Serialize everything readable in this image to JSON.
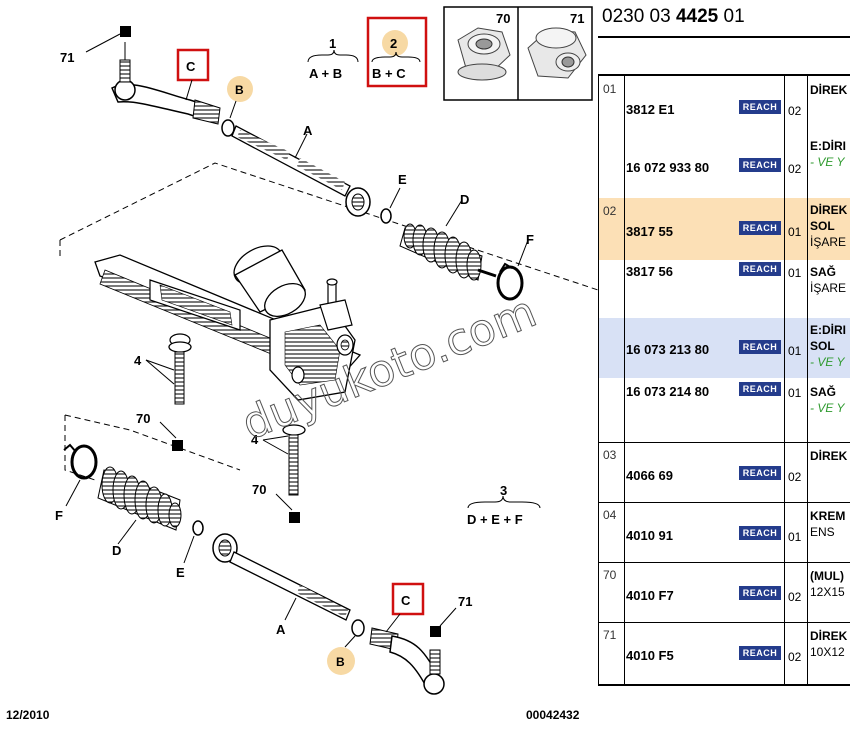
{
  "diagram": {
    "labels": {
      "A": "A",
      "B": "B",
      "C": "C",
      "D": "D",
      "E": "E",
      "F": "F",
      "n70": "70",
      "n71": "71",
      "n4": "4"
    },
    "kits": [
      {
        "num": "1",
        "formula": "A + B"
      },
      {
        "num": "2",
        "formula": "B + C"
      },
      {
        "num": "3",
        "formula": "D + E + F"
      }
    ],
    "nut_labels": [
      "70",
      "71"
    ],
    "footer_left": "12/2010",
    "footer_right": "00042432",
    "watermark": "duyukoto.com",
    "colors": {
      "highlight_box": "#d01010",
      "circle_fill": "#f7d9a4"
    }
  },
  "table": {
    "title_prefix": "0230 03 ",
    "title_bold": "4425",
    "title_suffix": " 01",
    "badge_text": "REACH",
    "rows": [
      {
        "pos": "01",
        "items": [
          {
            "part": "3812 E1",
            "qty": "02",
            "desc": [
              "DİREK"
            ]
          },
          {
            "part": "16 072 933 80",
            "qty": "02",
            "desc": [
              "E:DİRI",
              "- VE Y"
            ]
          }
        ]
      },
      {
        "pos": "02",
        "items": [
          {
            "part": "3817 55",
            "qty": "01",
            "desc": [
              "DİREK",
              "SOL",
              "İŞARE"
            ]
          },
          {
            "part": "3817 56",
            "qty": "01",
            "desc": [
              "SAĞ",
              "İŞARE"
            ]
          },
          {
            "part": "16 073 213 80",
            "qty": "01",
            "desc": [
              "E:DİRI",
              "SOL",
              "- VE Y"
            ]
          },
          {
            "part": "16 073 214 80",
            "qty": "01",
            "desc": [
              "SAĞ",
              "- VE Y"
            ]
          }
        ]
      },
      {
        "pos": "03",
        "items": [
          {
            "part": "4066 69",
            "qty": "02",
            "desc": [
              "DİREK"
            ]
          }
        ]
      },
      {
        "pos": "04",
        "items": [
          {
            "part": "4010 91",
            "qty": "01",
            "desc": [
              "KREM",
              "ENS"
            ]
          }
        ]
      },
      {
        "pos": "70",
        "items": [
          {
            "part": "4010 F7",
            "qty": "02",
            "desc": [
              "(MUL)",
              "12X15"
            ]
          }
        ]
      },
      {
        "pos": "71",
        "items": [
          {
            "part": "4010 F5",
            "qty": "02",
            "desc": [
              "DİREK",
              "10X12"
            ]
          }
        ]
      }
    ]
  }
}
